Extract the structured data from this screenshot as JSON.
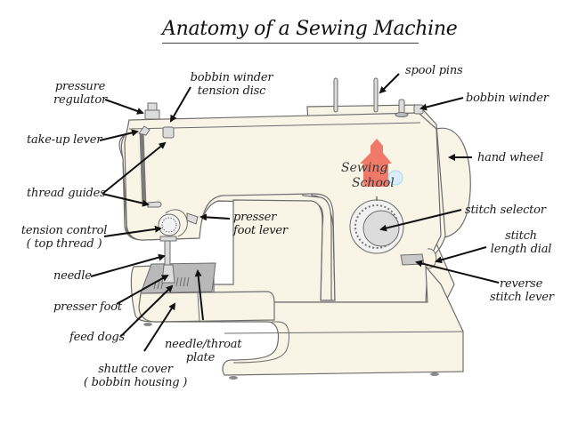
{
  "title": "Anatomy of a Sewing Machine",
  "colors": {
    "body": "#f8f5e6",
    "outline": "#6d6d6d",
    "metal": "#dcdcdc",
    "plate": "#b9b9b9",
    "logo_house": "#f07a6a",
    "logo_text": "#3a3a3a",
    "logo_accent": "#a9d8ee"
  },
  "logo": {
    "line1": "Sewing",
    "line2": "School"
  },
  "labels": {
    "pressure_regulator": [
      "pressure",
      "regulator"
    ],
    "bobbin_winder_tension_disc": [
      "bobbin winder",
      "tension disc"
    ],
    "spool_pins": "spool pins",
    "bobbin_winder": "bobbin winder",
    "take_up_lever": "take-up lever",
    "hand_wheel": "hand wheel",
    "thread_guides": "thread guides",
    "stitch_selector": "stitch selector",
    "tension_control": [
      "tension control",
      "( top thread )"
    ],
    "presser_foot_lever": [
      "presser",
      "foot lever"
    ],
    "stitch_length_dial": [
      "stitch",
      "length dial"
    ],
    "needle": "needle",
    "reverse_stitch_lever": [
      "reverse",
      "stitch lever"
    ],
    "presser_foot": "presser foot",
    "feed_dogs": "feed dogs",
    "needle_throat_plate": [
      "needle/throat",
      "plate"
    ],
    "shuttle_cover": [
      "shuttle cover",
      "( bobbin housing )"
    ]
  }
}
